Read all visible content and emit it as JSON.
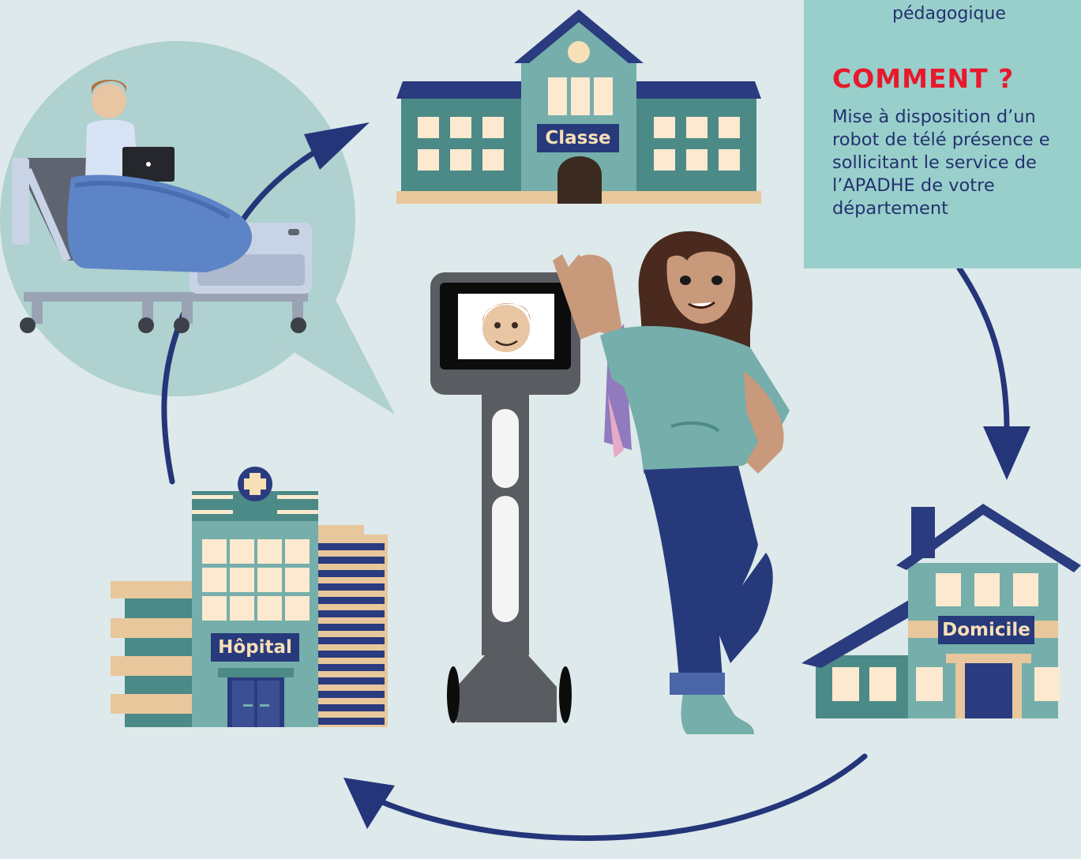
{
  "info_box": {
    "top_text": "pédagogique",
    "heading": "COMMENT ?",
    "body_lines": [
      "Mise à disposition d’un",
      "robot de télé présence e",
      "sollicitant le service de",
      "l’APADHE de votre",
      "département"
    ]
  },
  "buildings": {
    "school_label": "Classe",
    "hospital_label": "Hôpital",
    "home_label": "Domicile"
  },
  "colors": {
    "background": "#dde9ea",
    "info_panel": "#98cfcb",
    "heading_red": "#e8192c",
    "navy": "#24326e",
    "teal_building": "#4b8a86",
    "light_teal": "#75aeab",
    "cream": "#fce9cf",
    "tan": "#e8c79c",
    "arrow": "#24357a"
  }
}
